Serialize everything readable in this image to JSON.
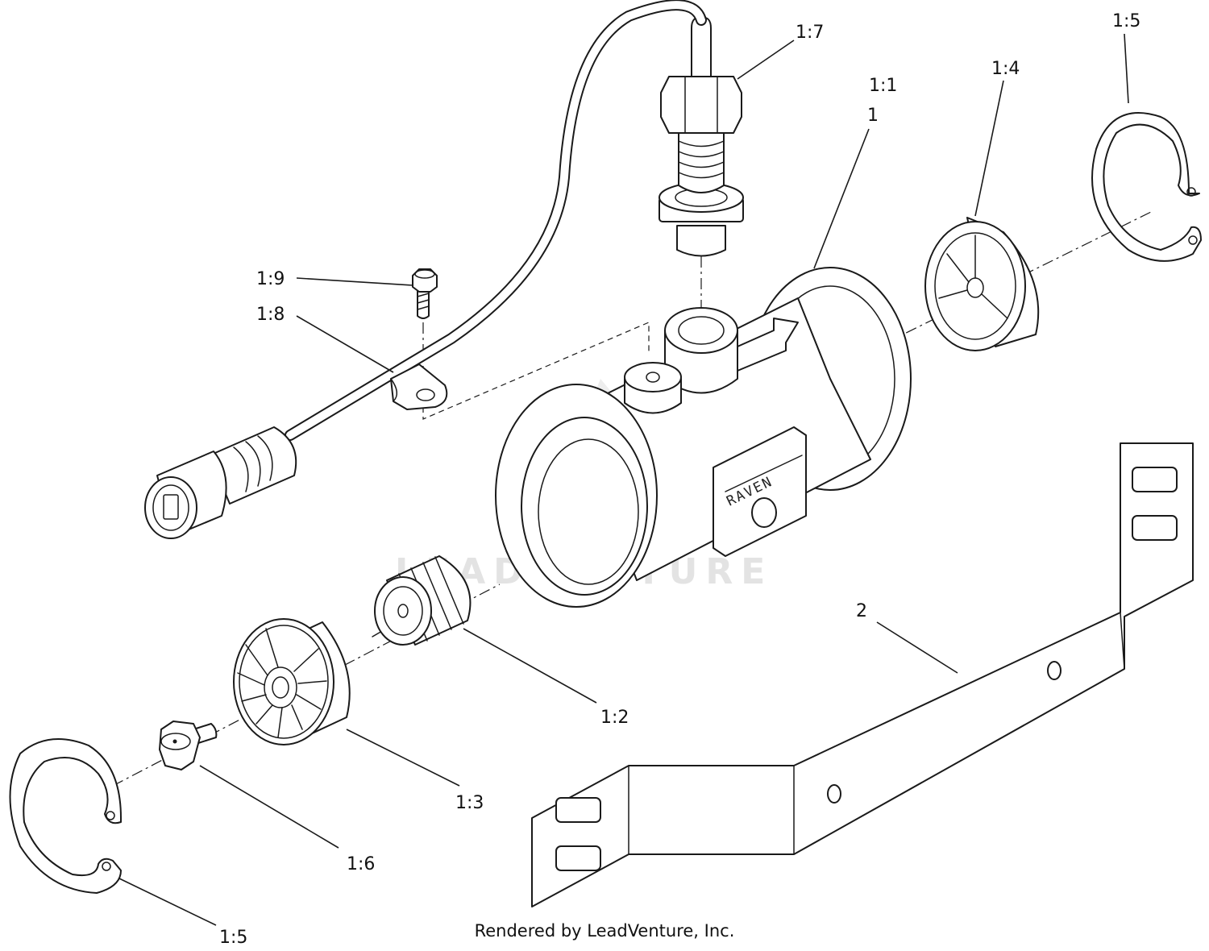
{
  "callouts": {
    "c17": "1:7",
    "c15_top": "1:5",
    "c11": "1:1",
    "c1": "1",
    "c14": "1:4",
    "c19": "1:9",
    "c18": "1:8",
    "c2": "2",
    "c12": "1:2",
    "c13": "1:3",
    "c16": "1:6",
    "c15_bottom": "1:5"
  },
  "flowmeter_brand": "RAVEN",
  "watermark": "LEADVENTURE",
  "credit": "Rendered by LeadVenture, Inc."
}
